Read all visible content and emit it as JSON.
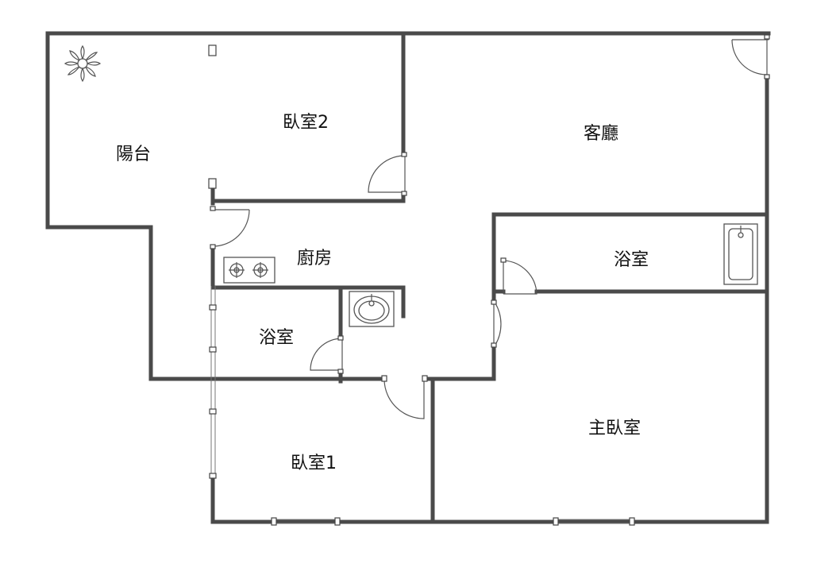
{
  "rooms": {
    "balcony": "陽台",
    "bedroom2": "臥室2",
    "living": "客廳",
    "kitchen": "廚房",
    "bath_right": "浴室",
    "bath_left": "浴室",
    "bedroom1": "臥室1",
    "master": "主臥室"
  }
}
